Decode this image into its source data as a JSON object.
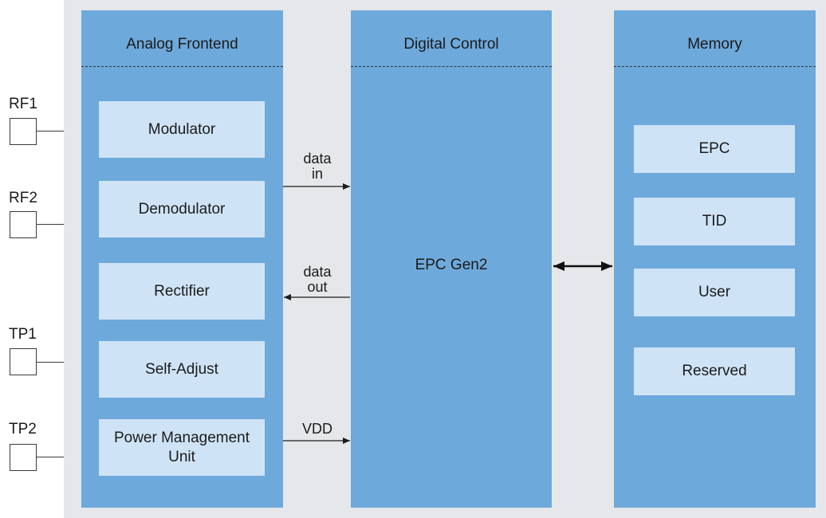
{
  "pins": [
    {
      "label": "RF1"
    },
    {
      "label": "RF2"
    },
    {
      "label": "TP1"
    },
    {
      "label": "TP2"
    }
  ],
  "analog": {
    "title": "Analog Frontend",
    "blocks": [
      "Modulator",
      "Demodulator",
      "Rectifier",
      "Self-Adjust",
      "Power Management Unit"
    ]
  },
  "digital": {
    "title": "Digital Control",
    "core_label": "EPC Gen2"
  },
  "memory": {
    "title": "Memory",
    "blocks": [
      "EPC",
      "TID",
      "User",
      "Reserved"
    ]
  },
  "signals": {
    "data_in_line1": "data",
    "data_in_line2": "in",
    "data_out_line1": "data",
    "data_out_line2": "out",
    "vdd": "VDD"
  },
  "colors": {
    "column": "#6ea9db",
    "block": "#cfe3f6",
    "background": "#e6e7ea"
  }
}
